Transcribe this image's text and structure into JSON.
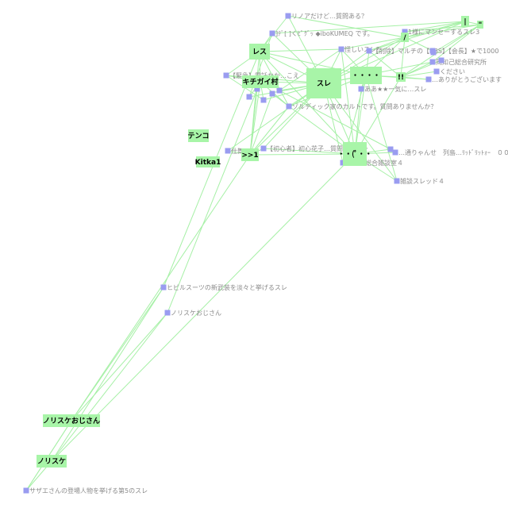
{
  "keywords": [
    {
      "id": "kw-res",
      "label": "レス"
    },
    {
      "id": "kw-sure",
      "label": "スレ"
    },
    {
      "id": "kw-kichigai",
      "label": "キチガイ村"
    },
    {
      "id": "kw-dots",
      "label": "・・・・"
    },
    {
      "id": "kw-tenko",
      "label": "テンコ"
    },
    {
      "id": "kw-1",
      "label": ">>1"
    },
    {
      "id": "kw-kitka",
      "label": "Kitka1"
    },
    {
      "id": "kw-smiley",
      "label": "・・(ﾟ・・"
    },
    {
      "id": "kw-bar",
      "label": "|"
    },
    {
      "id": "kw-quote",
      "label": "\""
    },
    {
      "id": "kw-slash",
      "label": "/"
    },
    {
      "id": "kw-excl",
      "label": "!!"
    },
    {
      "id": "kw-norisuke-oji",
      "label": "ノリスケおじさん"
    },
    {
      "id": "kw-norisuke",
      "label": "ノリスケ"
    }
  ],
  "threads": [
    {
      "id": "t-noah",
      "label": "リノアだけど…質問ある？"
    },
    {
      "id": "t-ibok",
      "label": "]ﾃﾞ[ ]くﾋﾟｸﾞｯ ◆iboKUMEQ です。"
    },
    {
      "id": "t-manse",
      "label": "1様にマンセーするスレ3"
    },
    {
      "id": "t-hire",
      "label": "怪しいスレ？"
    },
    {
      "id": "t-sakujo",
      "label": "【削除】マルチの【BBS】【会長】★で1000"
    },
    {
      "id": "t-oka",
      "label": "岡知己総合研究所"
    },
    {
      "id": "t-kinkyu",
      "label": "【緊急】電話かか…こえ"
    },
    {
      "id": "t-kudasai",
      "label": "ください"
    },
    {
      "id": "t-thanks",
      "label": "…ありがとうございます"
    },
    {
      "id": "t-ikki",
      "label": "ああ★★一気に…スレ"
    },
    {
      "id": "t-card",
      "label": "ゾルディック家のカルトです。質問ありませんか？"
    },
    {
      "id": "t-shimai",
      "label": "仕舞"
    },
    {
      "id": "t-hanako",
      "label": "【初心者】初心花子…質問スレ…ー"
    },
    {
      "id": "t-tabibito",
      "label": "旅人の総合雑談室４"
    },
    {
      "id": "t-zatsudan",
      "label": "雑談スレッド４"
    },
    {
      "id": "t-retsugan",
      "label": "…通りゃんせ　列島…ﾘｯﾄﾞﾘｯﾄｫｰ　００"
    },
    {
      "id": "t-hiru",
      "label": "ヒビルスーツの新武装を淡々と挙げるスレ"
    },
    {
      "id": "t-norisuke",
      "label": "ノリスケおじさん"
    },
    {
      "id": "t-sazae",
      "label": "サザエさんの登場人物を挙げる第5のスレ"
    },
    {
      "id": "t-a1",
      "label": ""
    },
    {
      "id": "t-a2",
      "label": ""
    },
    {
      "id": "t-a3",
      "label": ""
    },
    {
      "id": "t-a4",
      "label": ""
    },
    {
      "id": "t-a5",
      "label": ""
    },
    {
      "id": "t-a6",
      "label": ""
    },
    {
      "id": "t-a7",
      "label": ""
    },
    {
      "id": "t-a8",
      "label": ""
    },
    {
      "id": "t-a9",
      "label": ""
    }
  ],
  "edges": [
    [
      "kw-res",
      "kw-sure"
    ],
    [
      "kw-res",
      "kw-kichigai"
    ],
    [
      "kw-res",
      "kw-1"
    ],
    [
      "kw-res",
      "t-ibok"
    ],
    [
      "kw-res",
      "t-kinkyu"
    ],
    [
      "kw-res",
      "kw-dots"
    ],
    [
      "kw-res",
      "t-noah"
    ],
    [
      "kw-res",
      "t-hire"
    ],
    [
      "kw-res",
      "t-card"
    ],
    [
      "kw-res",
      "kw-smiley"
    ],
    [
      "kw-sure",
      "kw-kichigai"
    ],
    [
      "kw-sure",
      "kw-dots"
    ],
    [
      "kw-sure",
      "kw-smiley"
    ],
    [
      "kw-sure",
      "kw-1"
    ],
    [
      "kw-sure",
      "t-noah"
    ],
    [
      "kw-sure",
      "t-ibok"
    ],
    [
      "kw-sure",
      "t-hire"
    ],
    [
      "kw-sure",
      "t-sakujo"
    ],
    [
      "kw-sure",
      "t-card"
    ],
    [
      "kw-sure",
      "t-hanako"
    ],
    [
      "kw-sure",
      "t-shimai"
    ],
    [
      "kw-sure",
      "kw-slash"
    ],
    [
      "kw-sure",
      "kw-bar"
    ],
    [
      "kw-sure",
      "t-oka"
    ],
    [
      "kw-sure",
      "t-kinkyu"
    ],
    [
      "kw-sure",
      "t-zatsudan"
    ],
    [
      "kw-sure",
      "t-tabibito"
    ],
    [
      "kw-sure",
      "t-a1"
    ],
    [
      "kw-sure",
      "t-a2"
    ],
    [
      "kw-sure",
      "t-a3"
    ],
    [
      "kw-kichigai",
      "kw-1"
    ],
    [
      "kw-kichigai",
      "t-kinkyu"
    ],
    [
      "kw-kichigai",
      "t-card"
    ],
    [
      "kw-kichigai",
      "t-a1"
    ],
    [
      "kw-kichigai",
      "t-a2"
    ],
    [
      "kw-dots",
      "kw-smiley"
    ],
    [
      "kw-dots",
      "kw-excl"
    ],
    [
      "kw-dots",
      "t-hire"
    ],
    [
      "kw-dots",
      "t-sakujo"
    ],
    [
      "kw-dots",
      "t-thanks"
    ],
    [
      "kw-dots",
      "t-ikki"
    ],
    [
      "kw-dots",
      "t-zatsudan"
    ],
    [
      "kw-dots",
      "t-tabibito"
    ],
    [
      "kw-dots",
      "kw-slash"
    ],
    [
      "kw-dots",
      "t-card"
    ],
    [
      "kw-smiley",
      "t-hanako"
    ],
    [
      "kw-smiley",
      "t-tabibito"
    ],
    [
      "kw-smiley",
      "t-zatsudan"
    ],
    [
      "kw-smiley",
      "t-retsugan"
    ],
    [
      "kw-smiley",
      "kw-1"
    ],
    [
      "kw-smiley",
      "t-card"
    ],
    [
      "kw-smiley",
      "t-a4"
    ],
    [
      "kw-smiley",
      "kw-excl"
    ],
    [
      "kw-smiley",
      "t-ikki"
    ],
    [
      "kw-smiley",
      "t-hire"
    ],
    [
      "kw-1",
      "t-hanako"
    ],
    [
      "kw-1",
      "t-shimai"
    ],
    [
      "kw-1",
      "t-card"
    ],
    [
      "kw-1",
      "t-a5"
    ],
    [
      "kw-1",
      "t-a6"
    ],
    [
      "kw-bar",
      "kw-quote"
    ],
    [
      "kw-bar",
      "kw-slash"
    ],
    [
      "kw-bar",
      "t-manse"
    ],
    [
      "kw-bar",
      "t-ibok"
    ],
    [
      "kw-bar",
      "t-sakujo"
    ],
    [
      "kw-quote",
      "t-oka"
    ],
    [
      "kw-quote",
      "t-manse"
    ],
    [
      "kw-quote",
      "kw-slash"
    ],
    [
      "kw-quote",
      "kw-excl"
    ],
    [
      "kw-quote",
      "t-a7"
    ],
    [
      "kw-slash",
      "t-noah"
    ],
    [
      "kw-slash",
      "t-hire"
    ],
    [
      "kw-slash",
      "t-sakujo"
    ],
    [
      "kw-slash",
      "kw-excl"
    ],
    [
      "kw-slash",
      "t-a8"
    ],
    [
      "kw-excl",
      "t-oka"
    ],
    [
      "kw-excl",
      "t-kudasai"
    ],
    [
      "kw-excl",
      "t-thanks"
    ],
    [
      "kw-excl",
      "t-a9"
    ],
    [
      "kw-excl",
      "t-sakujo"
    ],
    [
      "t-ibok",
      "t-a1"
    ],
    [
      "t-kinkyu",
      "t-a2"
    ],
    [
      "t-a3",
      "t-a4"
    ],
    [
      "t-card",
      "t-a5"
    ],
    [
      "t-hire",
      "t-a3"
    ],
    [
      "kw-norisuke-oji",
      "t-hiru"
    ],
    [
      "kw-norisuke-oji",
      "t-norisuke"
    ],
    [
      "kw-norisuke-oji",
      "t-sazae"
    ],
    [
      "kw-norisuke-oji",
      "kw-1"
    ],
    [
      "kw-norisuke",
      "t-hiru"
    ],
    [
      "kw-norisuke",
      "t-norisuke"
    ],
    [
      "kw-norisuke",
      "t-sazae"
    ],
    [
      "kw-norisuke",
      "kw-smiley"
    ],
    [
      "t-hiru",
      "kw-res"
    ],
    [
      "t-norisuke",
      "kw-kichigai"
    ],
    [
      "t-sazae",
      "kw-norisuke-oji"
    ]
  ]
}
